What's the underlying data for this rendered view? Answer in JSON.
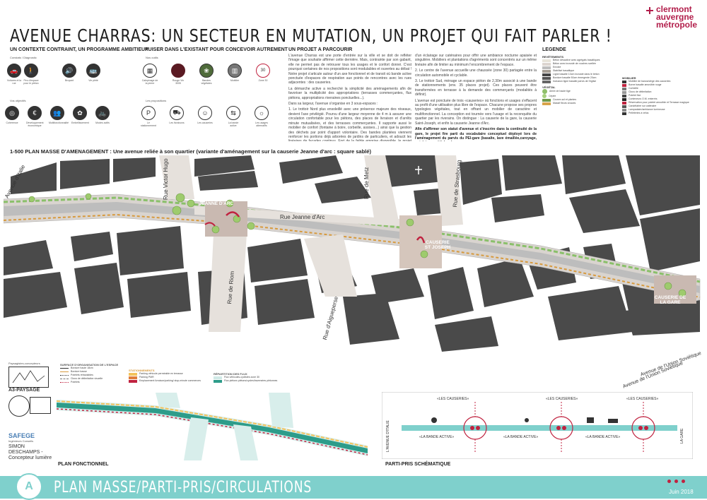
{
  "header": {
    "title": "AVENUE CHARRAS: UN SECTEUR EN MUTATION, UN PROJET QUI FAIT PARLER !",
    "logo": [
      "clermont",
      "auvergne",
      "métropole"
    ]
  },
  "sections": {
    "contexte": {
      "heading": "UN CONTEXTE CONTRAINT, UN PROGRAMME AMBITIEUX",
      "sub1": "Constats / Diagnostic",
      "icons1": [
        "Voitures et la rue",
        "Peu d'espace pour le piéton",
        "Bruyant",
        "Vie piété"
      ],
      "sub2": "Vos objectifs",
      "icons2": [
        "Cohérence",
        "Développement économique",
        "Multifonctionnalité",
        "Embellissement",
        "Modes actifs"
      ]
    },
    "puiser": {
      "heading": "PUISER DANS L'EXISTANT POUR CONCEVOIR AUTREMENT",
      "sub1": "Nos outils",
      "icons1": [
        "Calepinage de la pierre",
        "Rouge Vin 3005",
        "Bandes végétales",
        "Mobilier",
        "Zone 30"
      ],
      "sub2": "Les propositions",
      "icons2": [
        "Le stationnement",
        "Les livraisons",
        "Les causeries",
        "La bande active",
        "Les usages alternatifs"
      ]
    },
    "projet": {
      "heading": "UN PROJET A PARCOURIR",
      "paragraphs": [
        "L'avenue Charras est une porte d'entrée sur la ville et se doit de refléter l'image que souhaite affirmer cette dernière. Mais, contrainte par son gabarit, elle ne permet pas de retrouver tous les usages et le confort donné. C'est pourquoi certaines de nos propositions sont modulables et ouvertes au débat ! Notre projet s'articule autour d'un axe fonctionnel et de transit où bande active ponctuée d'espaces de respiration aux points de rencontres avec les rues adjacentes : des causeries.",
        "La démarche active a recherché la simplicité des aménagements afin de favoriser la multiplicité des appropriations (terrasses commerçantes, flux piétons, appropriations riveraines ponctuelles...).",
        "Dans sa largeur, l'avenue s'organise en 3 sous-espaces :",
        "1. Le trottoir Nord plus ensoleillé avec une présence majeure des réseaux, devient l'axe privilégié. Pourvu d'une largeur moyenne de 4 m à assurer une circulation confortable pour les piétons, des places de livraison et d'arrêts minute mutualisées, et des terrasses commerçantes. Il supporte aussi le mobilier de confort (fontaine à boire, corbeille, assises...) ainsi que la gestion des déchets par point d'apport volontaire. Des bandes plantées viennent renforcer les portions déjà arborées de jardins de particuliers, et adoucit les linéaires de façades continus. Fort de la faible emprise disponible, le projet prévoit dans ces massifs la plantation de grimpantes associées à l'installation",
        "d'un éclairage sur caténaires pour offrir une ambiance nocturne apaisée et singulière. Mobiliers et plantations d'agréments sont concentrés sur un même linéaire afin de limiter au minimum l'encombrement de l'espace.",
        "2. Le centre de l'avenue accueille une chaussée (zone 30) partagée entre la circulation automobile et cyclable.",
        "3. Le trottoir Sud, ménage un espace piéton de 2,30m associé à une bande de stationnements (env. 35 places projet). Ces places peuvent être transformées en terrasse à la demande des commerçants (modalités à définir).",
        "L'avenue est ponctuée de trois «causeries» où fonctions et usages s'effacent au profit d'une utilisation plus libre de l'espace. Chacune propose ses propres typologies végétales, tout en offrant un mobilier de caractère et multifonctionnel. La conception est tournée vers l'usage et la reconquête du quartier par les riverains. On distingue : La causerie de la gare, la causerie Saint-Joseph, et enfin la causerie Jeanne d'Arc.",
        "Afin d'affirmer son statut d'avenue et s'inscrire dans la continuité de la gare, le projet fire parti du vocabulaire conceptuel déployé lors de l'aménagement du parvis du PEI-gare (basalte, lave émaillée,caroyage, potelets, candélabres)."
      ]
    },
    "legende": {
      "heading": "LEGENDE",
      "revetements_h": "REVÊTEMENTS",
      "revetements": [
        "Béton désactivé avec agrégats basaltiques",
        "Béton avec incrusté de rouches scellée",
        "Enrobé",
        "Stabilisé basaltique",
        "Ligne basalte 10cm incrusté dans le béton",
        "Bordure basalte 50cm émergente 20cm",
        "Inclusion ligne basalte parvis de l'église"
      ],
      "vegetal_h": "VÉGÉTAL",
      "vegetal": [
        "Arbre de haute tige",
        "Cépée",
        "Couvre-sol et plantes",
        "Massif fleurs vivaces"
      ],
      "mobilier_h": "MOBILIER",
      "mobilier": [
        "Mobilier de bancs/siège des causeries",
        "Borne basalte amovible rouge",
        "Corbeille",
        "Clous de délimitation",
        "Potelet fixe",
        "Conteneurs O.M. enterrés",
        "Réservation pour potelet amovible et Terrasse magique",
        "Candélabre sur caténaire",
        "Lampadaire/ambiance lumineuse",
        "Pelleteries à vélos"
      ]
    }
  },
  "plan": {
    "heading": "1-500 PLAN MASSE D'AMENAGEMENT : Une avenue reliée à son quartier (variante  d'aménagement sur la causerie Jeanne d'arc : square sablé)",
    "streets": [
      "Avenue d'Italie",
      "Rue Victor Hugo",
      "Rue Jeanne d'Arc",
      "Rue de Metz",
      "Rue de Strasbourg",
      "Rue de Riom",
      "Rue d'Aigueperse",
      "Avenue de l'Union Soviétique",
      "Avenue de l'Union Soviétique"
    ],
    "causeries": [
      "CAUSERIE JEANNE D'ARC",
      "CAUSERIE ST JOSEPH",
      "CAUSERIE DE LA GARE"
    ]
  },
  "credits": {
    "firm": "A3-PAYSAGE",
    "firm_sub": "Paysagistes-concepteurs",
    "partner": "SAFEGE",
    "partner_sub": "Ingénieurs Conseils",
    "light": [
      "SIMON",
      "DESCHAMPS -",
      "Concepteur lumière"
    ]
  },
  "fonctionnel": {
    "heading": "PLAN FONCTIONNEL",
    "legend_h": "SURFACE D'ORGANISATION DE L'ESPACE",
    "legend": [
      "Bordure haute 18cm",
      "Bordure basse",
      "Potelets rétractables",
      "Clous de délimitation visuelle",
      "Potelets"
    ],
    "stationnements_h": "STATIONNEMENTS",
    "stationnements": [
      "Parking véhicule perméable en terrasse",
      "Parking PMR",
      "Emplacement livraison/parking/ stop-minute commerces"
    ],
    "flux_h": "RÉPARTITION DES FLUX",
    "flux": [
      "Flux véhicules-cyclistes zone 30",
      "Flux piétons piétons/cycles/traversées piétonnes"
    ]
  },
  "schema": {
    "heading": "PARTI-PRIS SCHÉMATIQUE",
    "top_labels": [
      "«LES CAUSERIES»",
      "«LES CAUSERIES»",
      "«LES CAUSERIES»"
    ],
    "bottom_labels": [
      "«LA BANDE ACTIVE»",
      "«LA BANDE ACTIVE»",
      "«LA BANDE ACTIVE»"
    ],
    "left": "L'AVENUE D'ITALIE",
    "right": "LA GARE"
  },
  "footer": {
    "letter": "A",
    "title": "PLAN MASSE/PARTI-PRIS/CIRCULATIONS",
    "date": "Juin 2018"
  },
  "colors": {
    "accent": "#7fd0cc",
    "brand": "#b21e4b",
    "building": "#4a4a4a"
  }
}
